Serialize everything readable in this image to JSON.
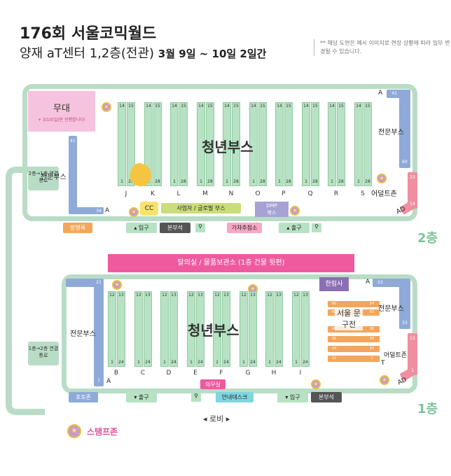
{
  "header": {
    "title": "176회 서울코믹월드",
    "venue": "양재 aT센터 1,2층(전관)",
    "dates": "3월 9일 ~ 10일 2일간",
    "notice": "** 해당 도면은 예시 이미지로 현장 상황에 따라 일부 변경될 수 있습니다."
  },
  "floor2": {
    "label": "2층",
    "stage_title": "무대",
    "stage_note": "+ 3/10(일)만 진행합니다!",
    "booth_label": "청년부스",
    "pro_booth_left": "전문부스",
    "pro_booth_right": "전문부스",
    "adult_zone": "어덜트존",
    "rows": [
      "J",
      "K",
      "L",
      "M",
      "N",
      "O",
      "P",
      "Q",
      "R",
      "S"
    ],
    "top_nums": [
      "14",
      "15"
    ],
    "bottom_nums": [
      "1",
      "28"
    ],
    "cc": "CC",
    "business": "사업자 / 글로벌 부스",
    "dmp": "DMP",
    "dmp2": "북스",
    "left_a": "A",
    "right_a": "A",
    "ad": "AD",
    "n41": "41",
    "n34": "34",
    "n42": "42",
    "n60": "60",
    "n23": "23",
    "n14": "14",
    "entrance": "입구",
    "hq": "본부석",
    "exit": "출구",
    "cafe": "가챠추첨소",
    "visitor": "방명록"
  },
  "connector": {
    "top": "2층→1층 연결통로",
    "bottom": "1층→2층 연결통로"
  },
  "banner": "탈의실 / 물품보관소 (1층 건물 뒷편)",
  "floor1": {
    "label": "1층",
    "booth_label": "청년부스",
    "pro_booth_left": "전문부스",
    "pro_booth_right": "전문부스",
    "adult_zone": "어덜트존",
    "rows": [
      "B",
      "C",
      "D",
      "E",
      "F",
      "G",
      "H",
      "I"
    ],
    "top_nums": [
      "12",
      "13"
    ],
    "bottom_nums": [
      "1",
      "24"
    ],
    "stationery": "서울 문구전",
    "hanlimsa": "한림사",
    "left_a": "A",
    "right_a": "A",
    "ad": "AD",
    "t": "T",
    "n21": "21",
    "n22": "22",
    "n33": "33",
    "n13": "13",
    "n1": "1",
    "photo_zone": "포토존",
    "exit": "출구",
    "medical": "의무실",
    "info": "안내데스크",
    "entrance": "입구",
    "hq": "본부석",
    "lobby": "◂  로비  ▸",
    "stamp": "스탬프존",
    "orange_rows": [
      [
        "60",
        "54"
      ],
      [
        "48",
        "42"
      ],
      [
        "46",
        "36"
      ],
      [
        "25",
        "33"
      ],
      [
        "24",
        "10"
      ],
      [
        "12",
        "1"
      ]
    ]
  }
}
